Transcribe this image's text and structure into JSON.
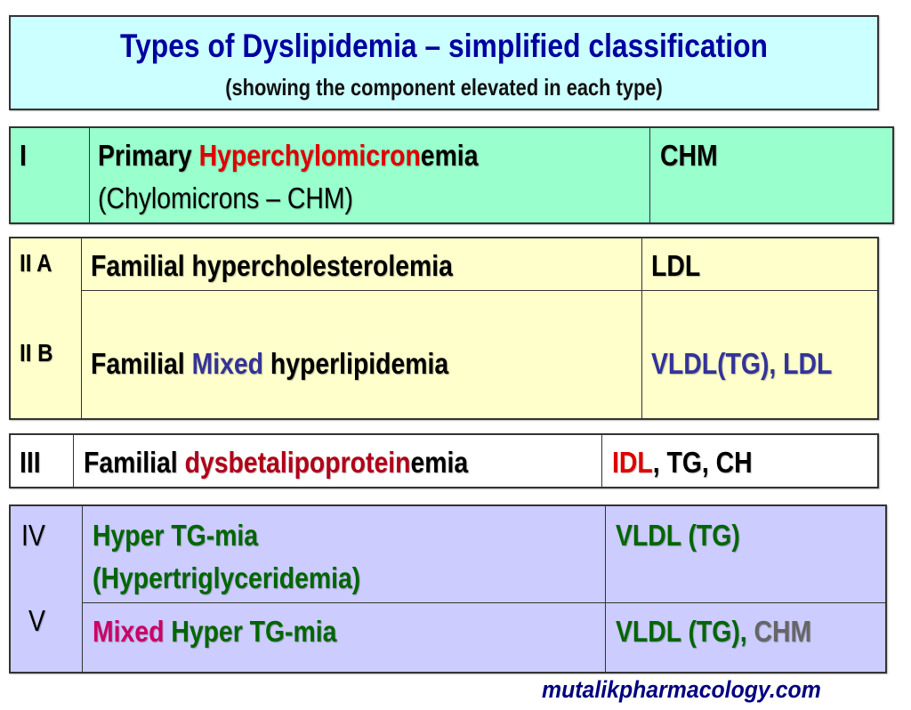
{
  "title": {
    "main": "Types of Dyslipidemia – simplified classification",
    "subtitle": "(showing the component elevated in each type)"
  },
  "types": {
    "type1": {
      "label": "I",
      "name_parts": [
        "Primary ",
        "Hyperchylomicron",
        "emia"
      ],
      "name_line2": "(Chylomicrons – CHM)",
      "elevated": "CHM",
      "background": "#99ffcc"
    },
    "type2a": {
      "label": "II  A",
      "name": "Familial hypercholesterolemia",
      "elevated": "LDL",
      "background": "#ffffcc"
    },
    "type2b": {
      "label": "II  B",
      "name_parts": [
        "Familial ",
        "Mixed",
        " hyperlipidemia"
      ],
      "elevated": "VLDL(TG), LDL"
    },
    "type3": {
      "label": "III",
      "name_parts": [
        "Familial ",
        "dysbetalipoprotein",
        "emia"
      ],
      "elevated_parts": [
        "IDL",
        ", TG, CH"
      ],
      "background": "#ffffff"
    },
    "type4": {
      "label": "IV",
      "name_line1": "Hyper TG-mia",
      "name_line2": "(Hypertriglyceridemia)",
      "elevated": "VLDL (TG)",
      "background": "#ccccff"
    },
    "type5": {
      "label": "V",
      "name_parts": [
        "Mixed",
        " Hyper TG-mia"
      ],
      "elevated_parts": [
        "VLDL (TG), ",
        "CHM"
      ]
    }
  },
  "colors": {
    "title": "#0000a0",
    "highlight_red": "#e00000",
    "highlight_darkred": "#b00018",
    "highlight_blue": "#333399",
    "green": "#006600",
    "magenta": "#cc0066",
    "gray": "#666666"
  },
  "footer": {
    "watermark": "mutalikpharmacology.com"
  }
}
